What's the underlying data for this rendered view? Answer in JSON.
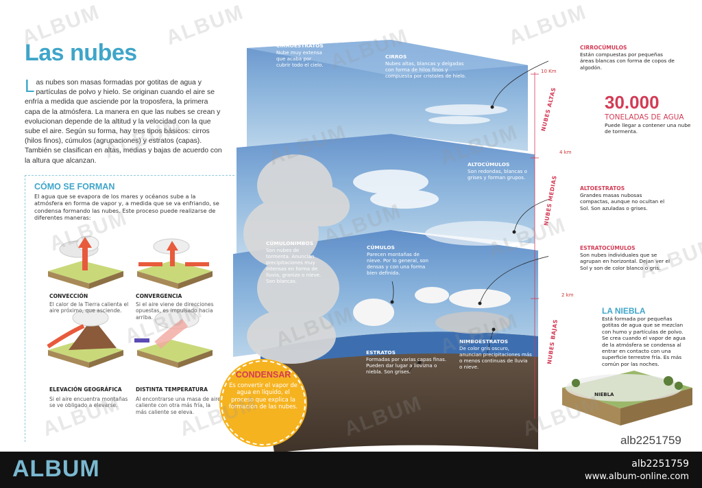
{
  "title": "Las nubes",
  "intro_dropcap": "L",
  "intro_rest": "as nubes son masas formadas por gotitas de agua y partículas de polvo y hielo. Se originan cuando el aire se enfría a medida que asciende por la troposfera, la primera capa de la atmósfera. La manera en que las nubes se crean y evolucionan depende de la altitud y la velocidad con la que sube el aire. Según su forma, hay tres tipos básicos: cirros (hilos finos), cúmulos (agrupaciones) y estratos (capas). También se clasifican en altas, medias y bajas de acuerdo con la altura que alcanzan.",
  "como": {
    "title": "CÓMO SE FORMAN",
    "text": "El agua que se evapora de los mares y océanos sube a la atmósfera en forma de vapor y, a medida que se va enfriando, se condensa formando las nubes. Este proceso puede realizarse de diferentes maneras:",
    "items": [
      {
        "label": "CONVECCIÓN",
        "desc": "El calor de la Tierra calienta el aire próximo, que asciende."
      },
      {
        "label": "CONVERGENCIA",
        "desc": "Si el aire viene de direcciones opuestas, es impulsado hacia arriba."
      },
      {
        "label": "ELEVACIÓN GEOGRÁFICA",
        "desc": "Si el aire encuentra montañas se ve obligado a elevarse."
      },
      {
        "label": "DISTINTA TEMPERATURA",
        "desc": "Al encontrarse una masa de aire caliente con otra más fría, la más caliente se eleva."
      }
    ]
  },
  "layers": {
    "cirroestratos": {
      "name": "CIRROESTRATOS",
      "desc": "Nube muy extensa que acaba por cubrir todo el cielo."
    },
    "cirros": {
      "name": "CIRROS",
      "desc": "Nubes altas, blancas y delgadas con forma de hilos finos y compuesta por cristales de hielo."
    },
    "altocumulos": {
      "name": "ALTOCÚMULOS",
      "desc": "Son redondas, blancas o grises y forman grupos."
    },
    "cumulonimbos": {
      "name": "CÚMULONIMBOS",
      "desc": "Son nubes de tormenta. Anuncian precipitaciones muy intensas en forma de lluvia, granizo o nieve. Son blancas."
    },
    "cumulos": {
      "name": "CÚMULOS",
      "desc": "Parecen montañas de nieve. Por lo general, son densas y con una forma bien definida."
    },
    "estratos": {
      "name": "ESTRATOS",
      "desc": "Formadas por varias capas finas. Pueden dar lugar a llovizna o niebla. Son grises."
    },
    "nimboestratos": {
      "name": "NIMBOESTRATOS",
      "desc": "De color gris oscuro, anuncian precipitaciones más o menos continuas de lluvia o nieve."
    }
  },
  "right": {
    "cirrocumulos": {
      "name": "CIRROCÚMULOS",
      "desc": "Están compuestas por pequeñas áreas blancas con forma de copos de algodón."
    },
    "altoestratos": {
      "name": "ALTOESTRATOS",
      "desc": "Grandes masas nubosas compactas, aunque no ocultan el Sol. Son azuladas o grises."
    },
    "estratocumulos": {
      "name": "ESTRATOCÚMULOS",
      "desc": "Son nubes individuales que se agrupan en horizontal. Dejan ver el Sol y son de color blanco o gris."
    }
  },
  "altitudes": {
    "a10": "10 Km",
    "a4": "4 km",
    "a2": "2 km"
  },
  "zones": {
    "altas": "NUBES ALTAS",
    "medias": "NUBES MEDIAS",
    "bajas": "NUBES BAJAS"
  },
  "big": {
    "number": "30.000",
    "unit": "TONELADAS DE AGUA",
    "desc": "Puede llegar a contener una nube de tormenta."
  },
  "niebla": {
    "title": "LA NIEBLA",
    "text": "Está formada por pequeñas gotitas de agua que se mezclan con humo y partículas de polvo. Se crea cuando el vapor de agua de la atmósfera se condensa al entrar en contacto con una superficie terrestre fría. Es más común por las noches.",
    "label": "NIEBLA"
  },
  "condensar": {
    "title": "CONDENSAR",
    "text": "Es convertir el vapor de agua en líquido, el proceso que explica la formación de las nubes."
  },
  "watermark": "ALBUM",
  "ref_id": "alb2251759",
  "footer": {
    "brand": "ALBUM",
    "id": "alb2251759",
    "url": "www.album-online.com"
  },
  "colors": {
    "accent_blue": "#3fa5c9",
    "accent_red": "#d33b55",
    "badge": "#f6b320"
  }
}
